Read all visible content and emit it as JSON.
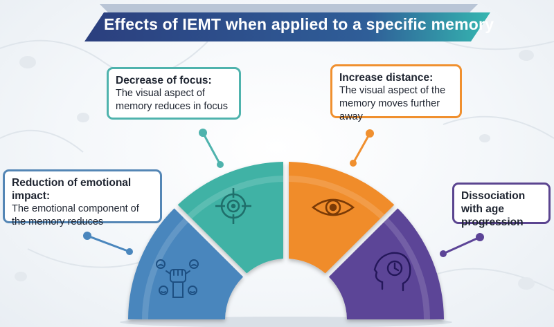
{
  "title": "Effects of IEMT when applied to a specific memory",
  "cards": {
    "focus": {
      "heading": "Decrease of focus:",
      "body": "The visual aspect of memory reduces in focus"
    },
    "distance": {
      "heading": "Increase distance:",
      "body": "The visual aspect of the memory moves further away"
    },
    "emotional": {
      "heading": "Reduction of emotional impact:",
      "body": "The emotional component of the memory reduces"
    },
    "dissociation": {
      "heading": "Dissociation with age progression",
      "body": ""
    }
  },
  "segments": [
    {
      "name": "emotional",
      "color": "#4a86bd",
      "icon": "raised-fist-emotions-icon"
    },
    {
      "name": "focus",
      "color": "#3fb2a5",
      "icon": "crosshair-target-icon"
    },
    {
      "name": "distance",
      "color": "#f08c2a",
      "icon": "eye-icon"
    },
    {
      "name": "dissociation",
      "color": "#5c4497",
      "icon": "head-clock-icon"
    }
  ],
  "colors": {
    "title_banner": "#2b3f7e",
    "accent_left": "#4fb3ad",
    "accent_right": "#f0902f"
  }
}
